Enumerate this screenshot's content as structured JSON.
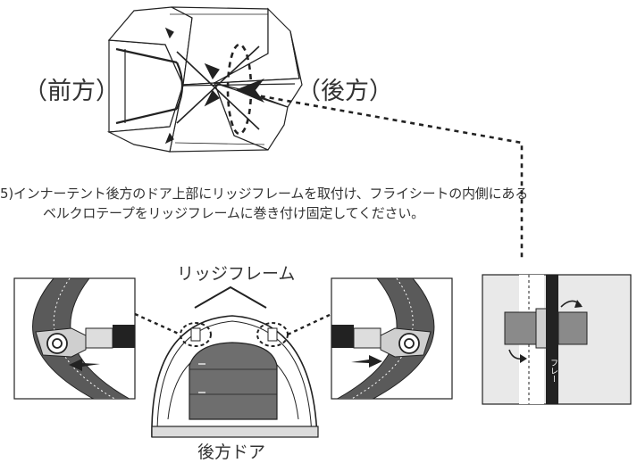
{
  "labels": {
    "front": "（前方）",
    "rear": "（後方）",
    "instruction_line1": "5)インナーテント後方のドア上部にリッジフレームを取付け、フライシートの内側にある",
    "instruction_line2": "ベルクロテープをリッジフレームに巻き付け固定してください。",
    "ridge_frame": "リッジフレーム",
    "rear_door": "後方ドア",
    "frame_short": "フレー"
  },
  "colors": {
    "line": "#222222",
    "frame_gray": "#5a5a5a",
    "panel_gray": "#e9e9e9",
    "tent_mesh": "#6e6e6e"
  },
  "icons": [
    "tent-topview",
    "arrow-left-icon",
    "arrow-right-icon",
    "curved-arrow-icon",
    "velcro-tape"
  ]
}
